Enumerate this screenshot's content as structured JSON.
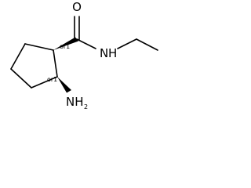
{
  "molecule": {
    "atoms": {
      "oxygen": "O",
      "amide_nitrogen": "N",
      "amide_hydrogen": "H",
      "amine_nitrogen": "NH",
      "amine_subscript": "2"
    },
    "stereo_labels": {
      "carbonyl_ring_carbon": "or1",
      "amine_ring_carbon": "or1"
    }
  }
}
